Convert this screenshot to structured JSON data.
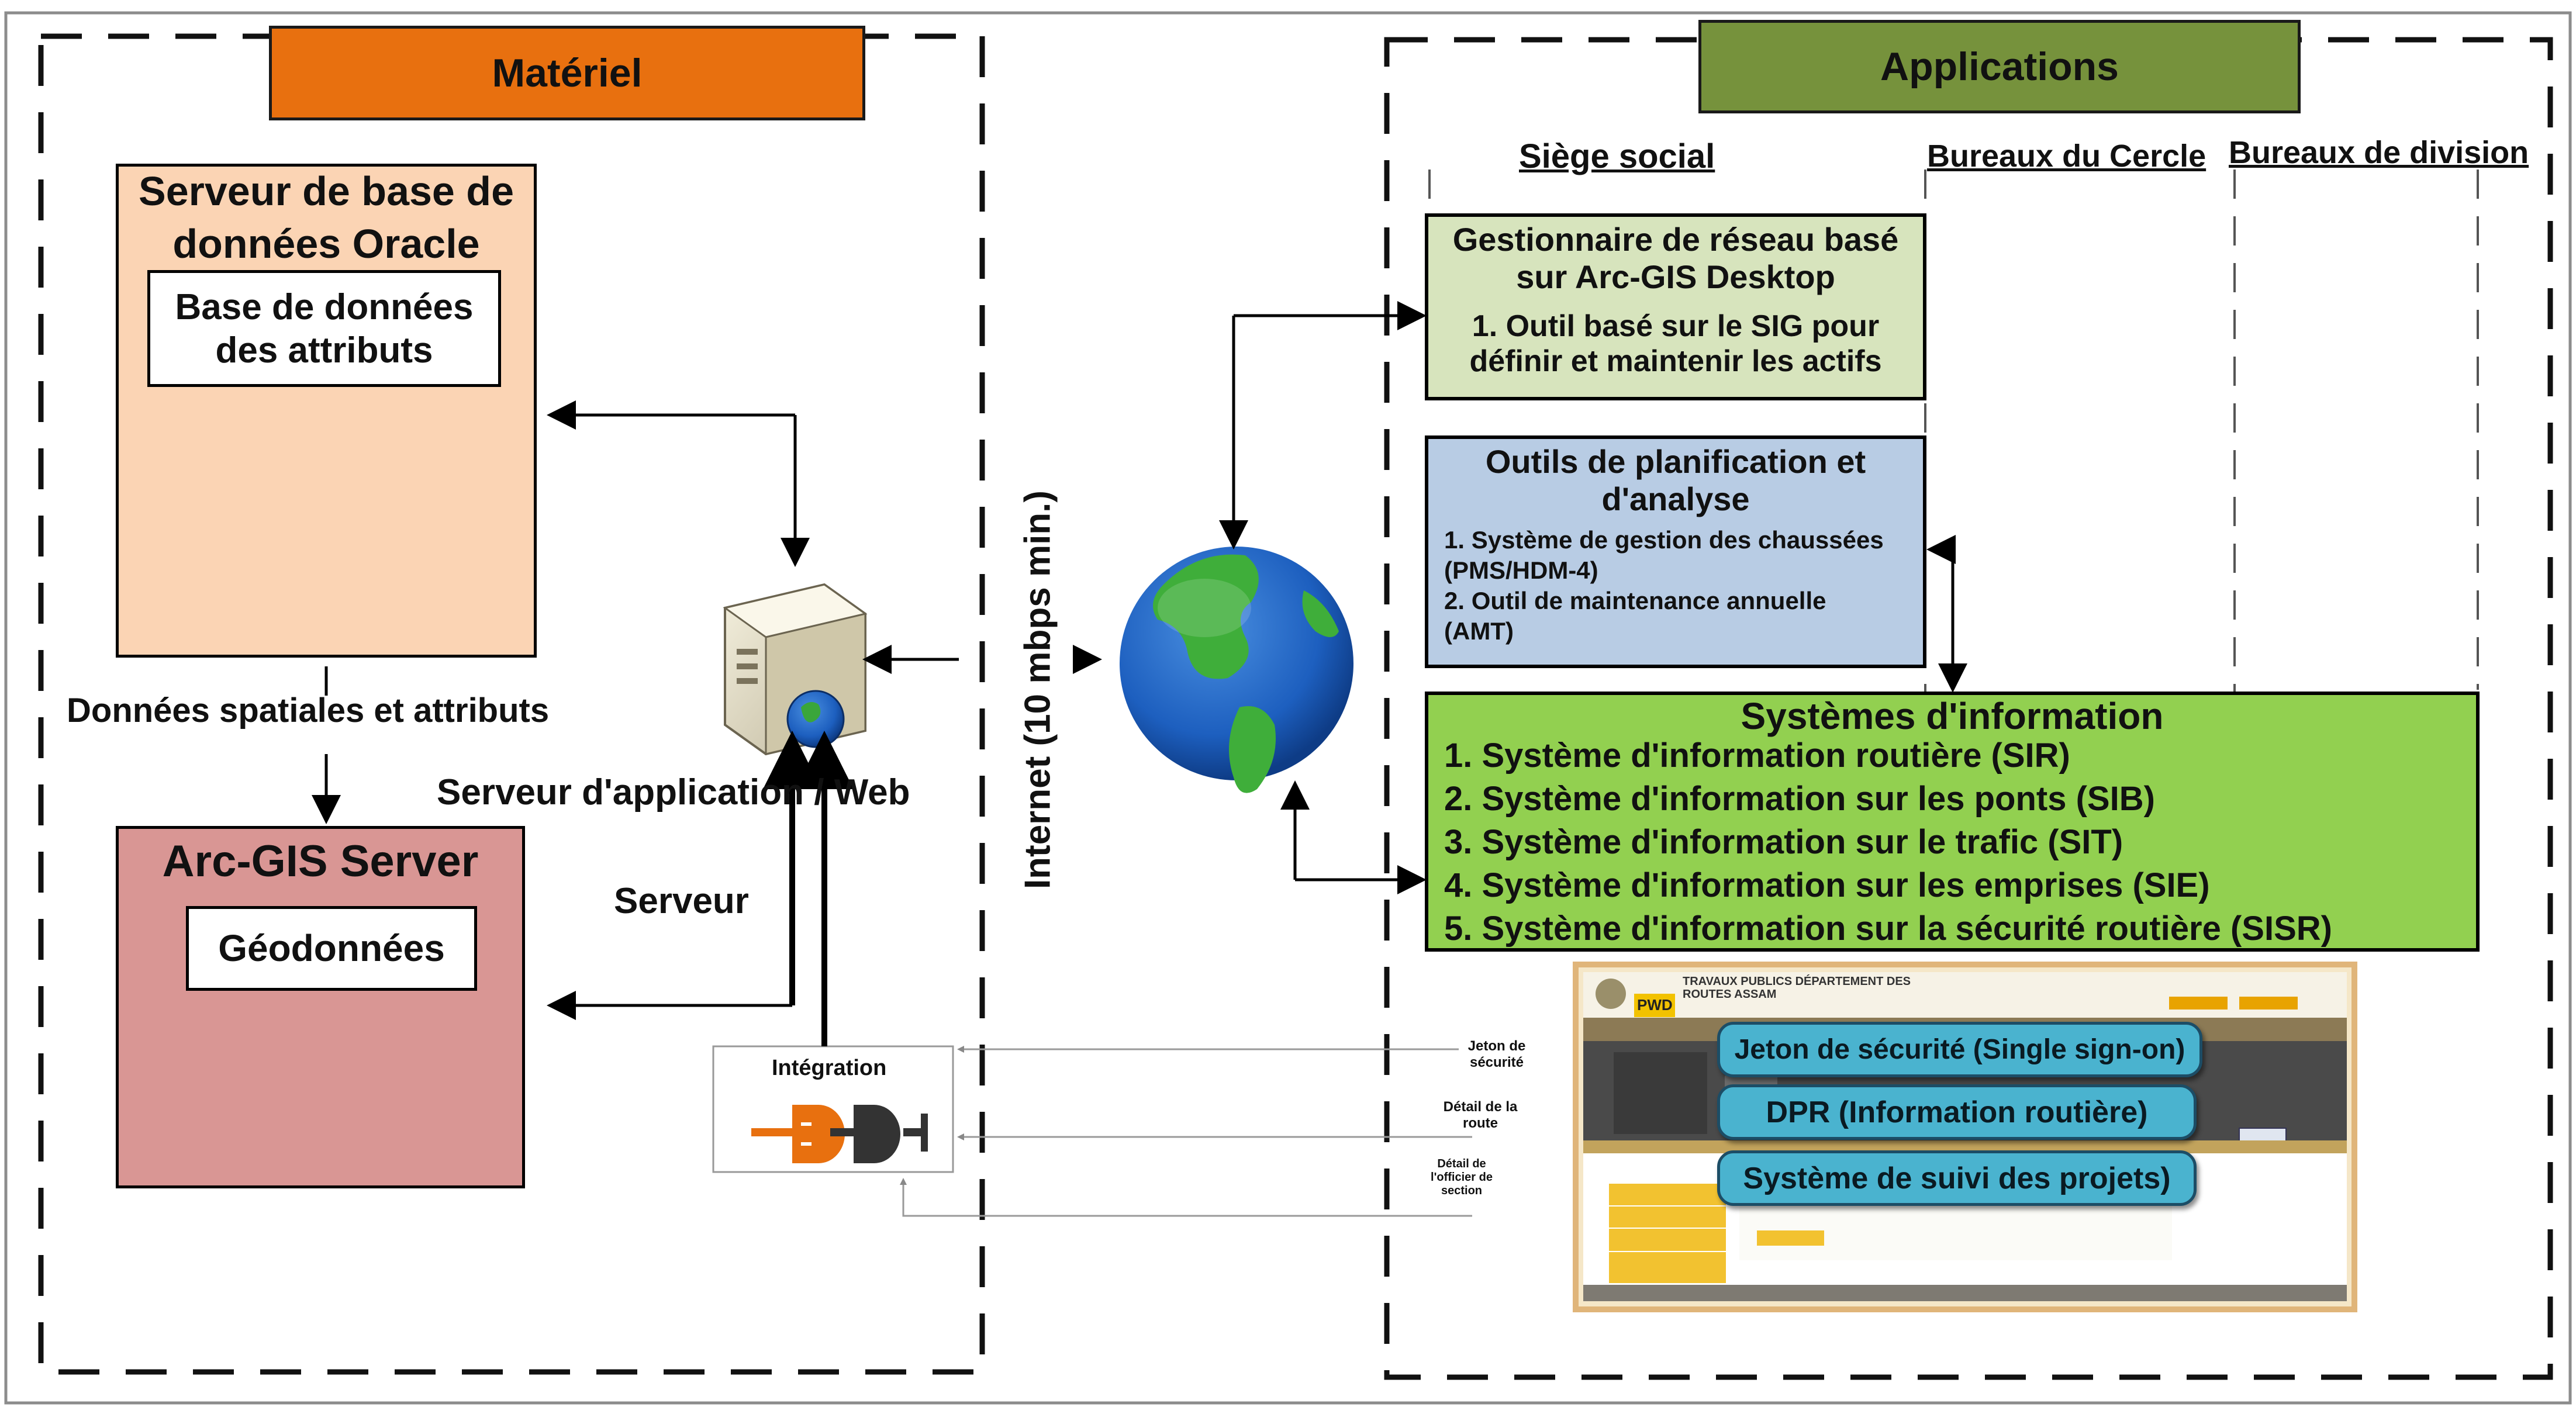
{
  "hardware": {
    "title": "Matériel",
    "db_server_line1": "Serveur de base de",
    "db_server_line2": "données Oracle",
    "attr_db_line1": "Base de données",
    "attr_db_line2": "des attributs",
    "spatial_label": "Données spatiales et attributs",
    "arcgis_server": "Arc-GIS Server",
    "geodata": "Géodonnées",
    "app_server": "Serveur d'application / Web",
    "server": "Serveur",
    "integration": "Intégration",
    "internet": "Internet (10 mbps min.)"
  },
  "applications": {
    "title": "Applications",
    "col_hq": "Siège social",
    "col_circle": "Bureaux du Cercle",
    "col_division": "Bureaux de division",
    "network_manager": {
      "line1": "Gestionnaire de réseau basé",
      "line2": "sur Arc-GIS Desktop",
      "item1_line1": "1. Outil basé sur le SIG pour",
      "item1_line2": "définir et maintenir les actifs"
    },
    "planning": {
      "line1": "Outils de planification et",
      "line2": "d'analyse",
      "item1_line1": "1. Système de gestion des chaussées",
      "item1_line2": "(PMS/HDM-4)",
      "item2_line1": "2. Outil de maintenance annuelle",
      "item2_line2": "(AMT)"
    },
    "info_systems": {
      "title": "Systèmes d'information",
      "items": [
        "1. Système d'information routière (SIR)",
        "2. Système d'information sur les ponts (SIB)",
        "3. Système d'information sur le trafic (SIT)",
        "4. Système d'information sur les emprises (SIE)",
        "5. Système d'information sur la sécurité routière (SISR)"
      ]
    },
    "portal": {
      "org_line1": "TRAVAUX PUBLICS DÉPARTEMENT DES",
      "org_line2": "ROUTES ASSAM",
      "logo": "PWD",
      "pill_token": "Jeton de sécurité (Single sign-on)",
      "pill_dpr": "DPR (Information routière)",
      "pill_tracking": "Système de suivi des projets)"
    },
    "side_labels": {
      "token_line1": "Jeton de",
      "token_line2": "sécurité",
      "route_line1": "Détail de la",
      "route_line2": "route",
      "section_line1": "Détail de",
      "section_line2": "l'officier de",
      "section_line3": "section"
    }
  },
  "colors": {
    "hardware_header": "#e8700f",
    "applications_header": "#76923c",
    "db_server_fill": "#fbd4b4",
    "arcgis_fill": "#d99694",
    "network_fill": "#d7e4bd",
    "planning_fill": "#b8cce4",
    "info_fill": "#92d050",
    "pill_fill": "#4ab3cf"
  }
}
